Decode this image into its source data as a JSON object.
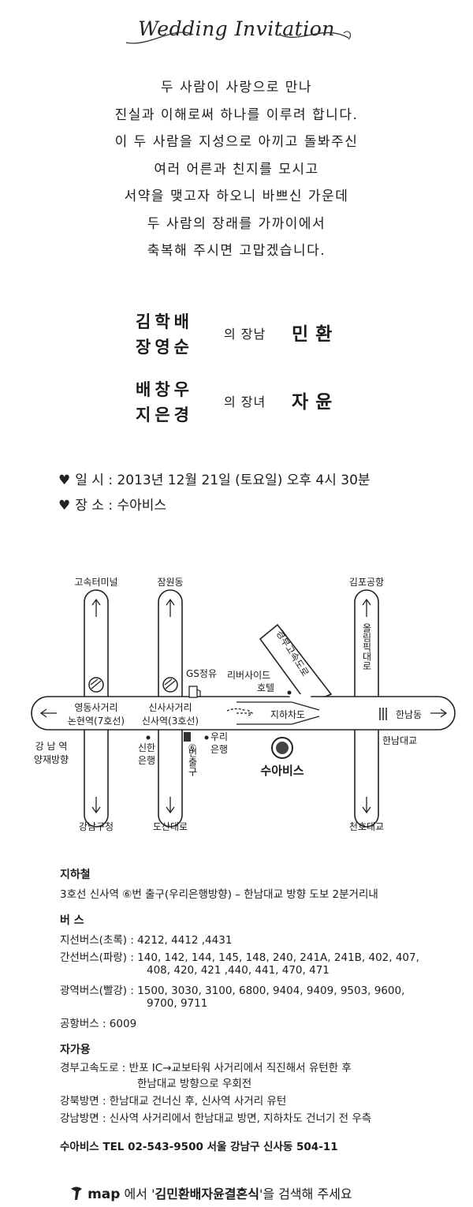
{
  "title": "Wedding Invitation",
  "poem": [
    "두 사람이 사랑으로 만나",
    "진실과 이해로써 하나를 이루려 합니다.",
    "이 두 사람을 지성으로 아끼고 돌봐주신",
    "여러 어른과 친지를 모시고",
    "서약을 맺고자 하오니 바쁘신 가운데",
    "두 사람의 장래를 가까이에서",
    "축복해 주시면 고맙겠습니다."
  ],
  "groom": {
    "father": "김학배",
    "mother": "장영순",
    "relation": "의 장남",
    "name": "민환"
  },
  "bride": {
    "father": "배창우",
    "mother": "지은경",
    "relation": "의 장녀",
    "name": "자윤"
  },
  "info": {
    "date_label": "일 시 :",
    "date_value": "2013년 12월 21일 (토요일) 오후 4시 30분",
    "place_label": "장 소 :",
    "place_value": "수아비스"
  },
  "map": {
    "labels": {
      "express_terminal": "고속터미널",
      "jamwon": "잠원동",
      "gimpo_airport": "김포공항",
      "gyeongbu_expressway": "경부고속도로",
      "olympic_road": "올림픽대로",
      "gs_oil": "GS정유",
      "riverside_hotel_1": "리버사이드",
      "riverside_hotel_2": "호텔",
      "yeongdong_1": "영동사거리",
      "yeongdong_2": "논현역(7호선)",
      "sinsa_1": "신사사거리",
      "sinsa_2": "신사역(3호선)",
      "underpass": "지하차도",
      "hannam_dong": "한남동",
      "gangnam_1": "강 남 역",
      "gangnam_2": "양재방향",
      "shinhan_bank_1": "신한",
      "shinhan_bank_2": "은행",
      "exit6_num": "⑥",
      "exit6_text": "번출구",
      "woori_bank_1": "우리",
      "woori_bank_2": "은행",
      "venue": "수아비스",
      "hannam_bridge": "한남대교",
      "gangnam_gu_office": "강남구청",
      "dosan_road": "도산대로",
      "cheonho_bridge": "천호대교"
    }
  },
  "directions": {
    "subway_title": "지하철",
    "subway_line": "3호선 신사역 ⑥번 출구(우리은행방향) – 한남대교 방향 도보 2분거리내",
    "bus_title": "버  스",
    "bus_lines": [
      "지선버스(초록) : 4212, 4412 ,4431",
      "간선버스(파랑) : 140, 142, 144, 145, 148, 240, 241A, 241B, 402, 407,",
      "408, 420, 421 ,440, 441, 470, 471",
      "광역버스(빨강) : 1500, 3030, 3100, 6800, 9404, 9409, 9503, 9600,",
      "9700, 9711",
      "공항버스 : 6009"
    ],
    "car_title": "자가용",
    "car_lines": [
      "경부고속도로 : 반포 IC→교보타워 사거리에서 직진해서 유턴한 후",
      "한남대교 방향으로 우회전",
      "강북방면 : 한남대교 건너신 후, 신사역 사거리 유턴",
      "강남방면 : 신사역 사거리에서 한남대교 방면, 지하차도 건너기 전 우측"
    ],
    "contact": "수아비스   TEL 02-543-9500   서울 강남구 신사동 504-11"
  },
  "footer": {
    "brand": "map",
    "pre": "에서 '",
    "search_term": "김민환배자윤결혼식",
    "post": "'을 검색해 주세요"
  }
}
